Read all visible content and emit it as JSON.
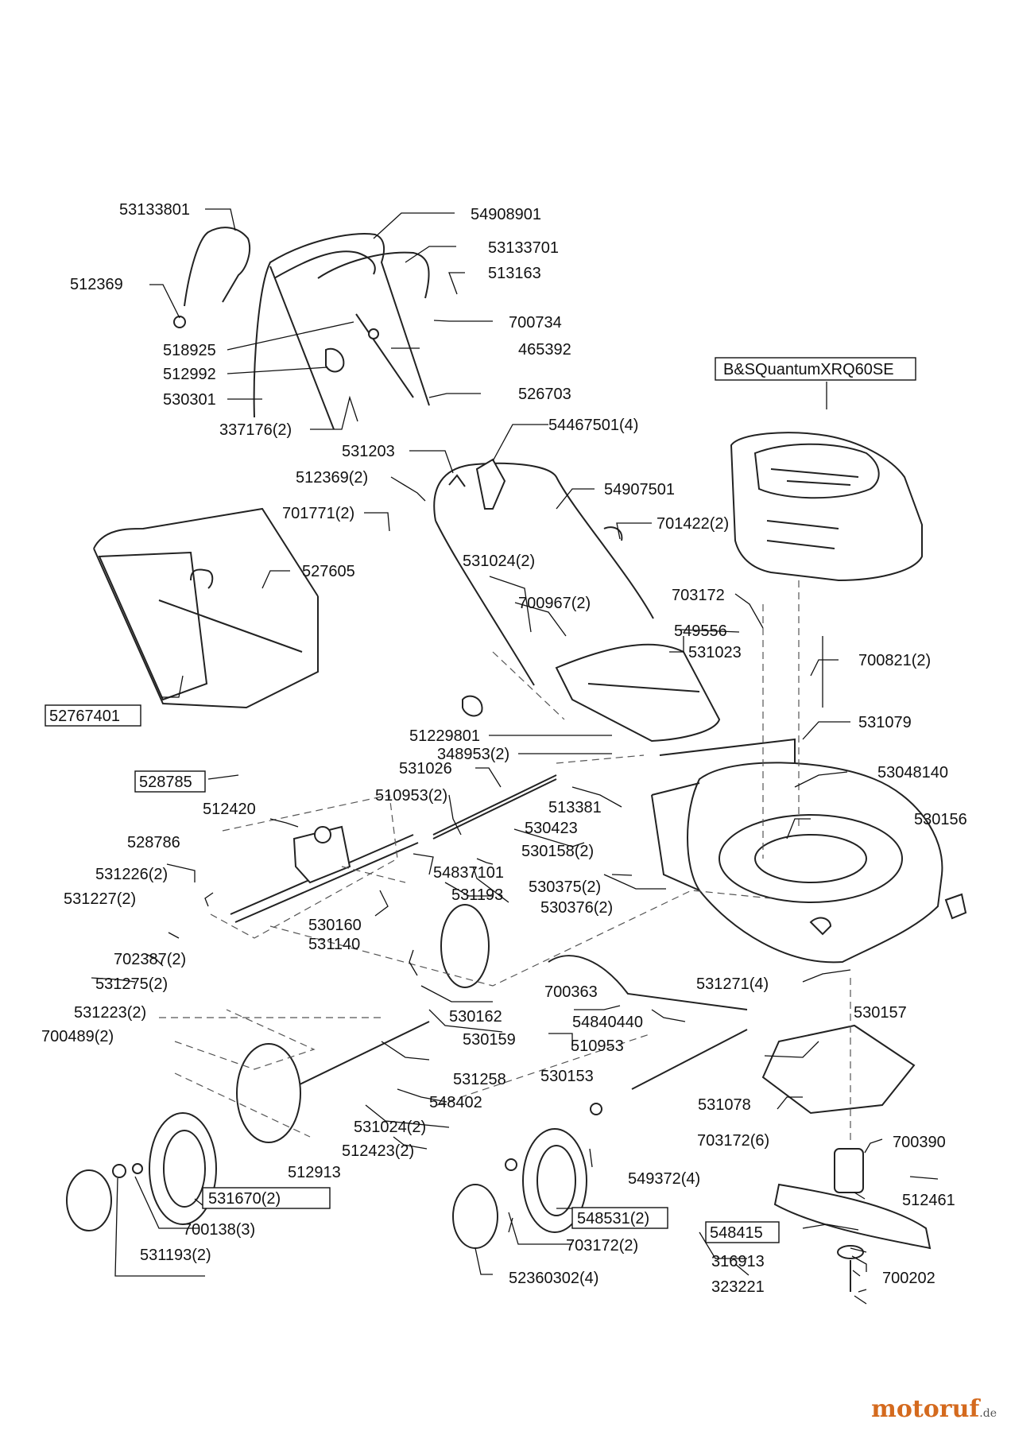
{
  "labels": {
    "l1": "53133801",
    "l2": "54908901",
    "l3": "53133701",
    "l4": "512369",
    "l5": "513163",
    "l6": "700734",
    "l7": "518925",
    "l8": "465392",
    "l9": "512992",
    "l10": "530301",
    "l11": "526703",
    "l12": "337176(2)",
    "l13": "531203",
    "l14": "54467501(4)",
    "l15": "512369(2)",
    "l16": "54907501",
    "l17": "701771(2)",
    "l18": "701422(2)",
    "l19": "527605",
    "l20": "531024(2)",
    "l21": "700967(2)",
    "l22": "703172",
    "l23": "549556",
    "l24": "531023",
    "l25": "700821(2)",
    "l26": "52767401",
    "l27": "51229801",
    "l28": "348953(2)",
    "l29": "531079",
    "l30": "531026",
    "l31": "53048140",
    "l32": "528785",
    "l33": "510953(2)",
    "l34": "513381",
    "l35": "512420",
    "l36": "530423",
    "l37": "530156",
    "l38": "528786",
    "l39": "530158(2)",
    "l40": "54837101",
    "l41": "531226(2)",
    "l42": "530375(2)",
    "l43": "531193",
    "l44": "531227(2)",
    "l45": "530376(2)",
    "l46": "530160",
    "l47": "531140",
    "l48": "702387(2)",
    "l49": "531271(4)",
    "l50": "531275(2)",
    "l51": "700363",
    "l52": "531223(2)",
    "l53": "530162",
    "l54": "530157",
    "l55": "700489(2)",
    "l56": "530159",
    "l57": "54840440",
    "l58": "510953",
    "l59": "531258",
    "l60": "530153",
    "l61": "531078",
    "l62": "548402",
    "l63": "531024(2)",
    "l64": "703172(6)",
    "l65": "512423(2)",
    "l66": "700390",
    "l67": "512913",
    "l68": "549372(4)",
    "l69": "512461",
    "l70": "531670(2)",
    "l71": "548531(2)",
    "l72": "548415",
    "l73": "700138(3)",
    "l74": "316913",
    "l75": "703172(2)",
    "l76": "700202",
    "l77": "531193(2)",
    "l78": "323221",
    "l79": "52360302(4)",
    "engine": "B&SQuantumXRQ60SE"
  },
  "watermark": {
    "name": "motoruf",
    "tld": ".de",
    "color": "#d46a1e"
  }
}
